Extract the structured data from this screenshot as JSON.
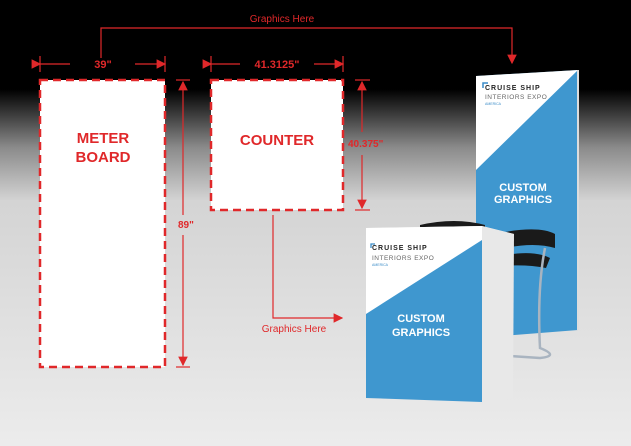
{
  "labels": {
    "graphics_top": "Graphics Here",
    "graphics_bottom": "Graphics Here",
    "meter_width": "39\"",
    "meter_height": "89\"",
    "counter_width": "41.3125\"",
    "counter_height": "40.375\"",
    "meter_line1": "METER",
    "meter_line2": "BOARD",
    "counter": "COUNTER"
  },
  "brand": {
    "line1": "CRUISE SHIP",
    "line2": "INTERIORS EXPO",
    "line3": "AMERICA"
  },
  "graphic": {
    "line1": "CUSTOM",
    "line2": "GRAPHICS"
  },
  "colors": {
    "accent": "#e0282a",
    "graphic_blue": "#3f97cf"
  }
}
